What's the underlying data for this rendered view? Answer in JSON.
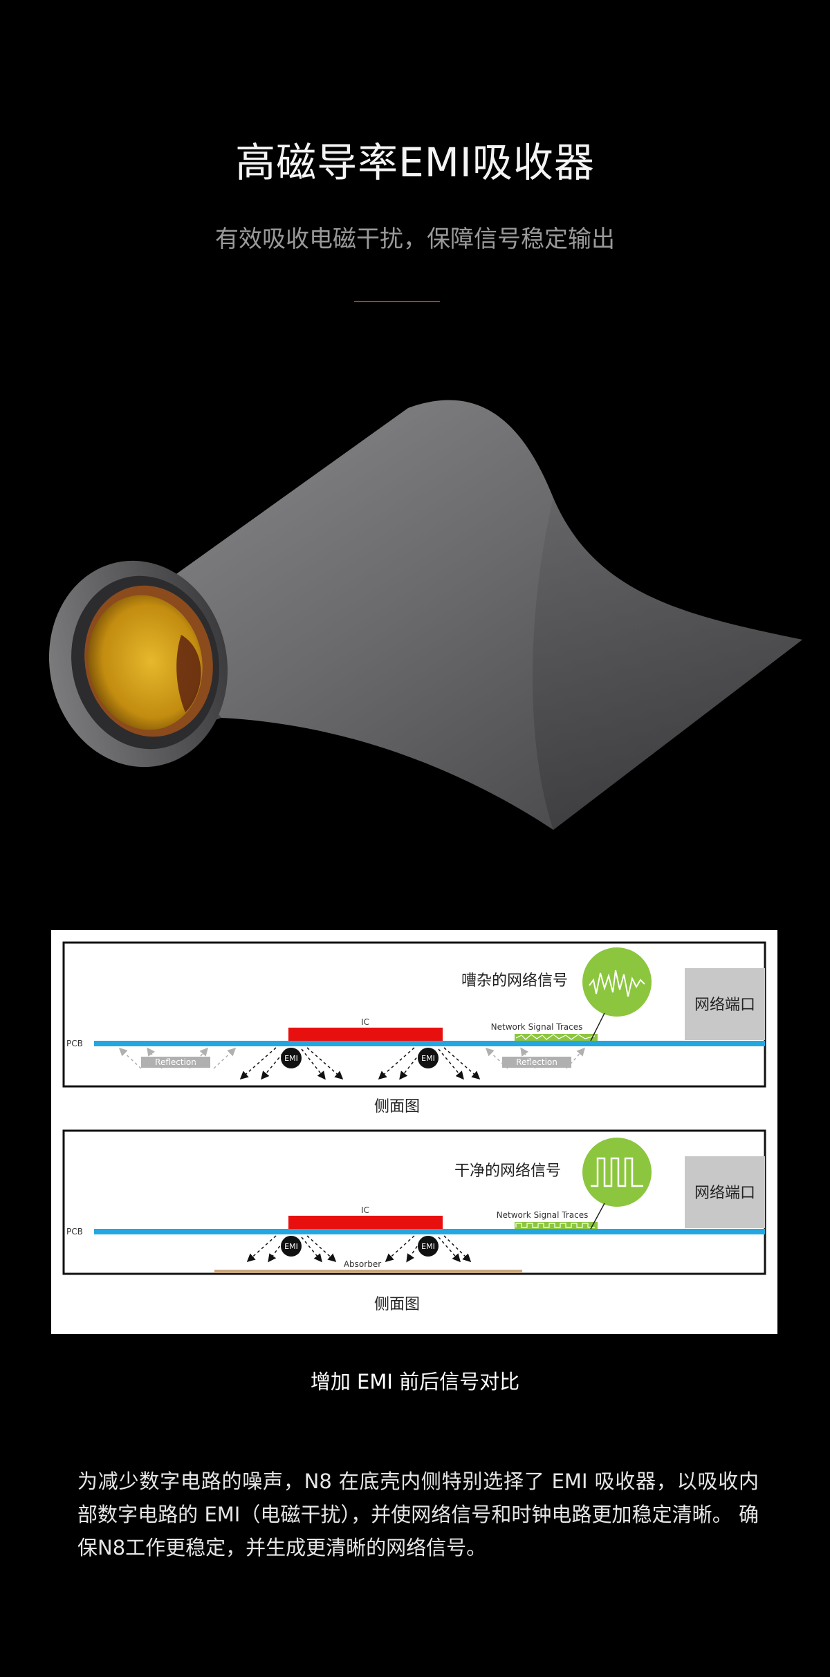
{
  "title": "高磁导率EMI吸收器",
  "subtitle": "有效吸收电磁干扰，保障信号稳定输出",
  "colors": {
    "accent_line": "#b8321f",
    "trace_blue": "#23a7e0",
    "ic_red": "#e8100f",
    "signal_green": "#8cc63f",
    "port_gray": "#c8c8c8"
  },
  "diagram": {
    "top": {
      "signal_label": "嘈杂的网络信号",
      "port_label": "网络端口",
      "ic_label": "IC",
      "pcb_label": "PCB",
      "trace_label": "Network Signal Traces",
      "emi_label": "EMI",
      "reflection_label": "Reflection",
      "caption": "侧面图"
    },
    "bottom": {
      "signal_label": "干净的网络信号",
      "port_label": "网络端口",
      "ic_label": "IC",
      "pcb_label": "PCB",
      "trace_label": "Network Signal Traces",
      "emi_label": "EMI",
      "absorber_label": "Absorber",
      "caption": "侧面图"
    }
  },
  "caption": "增加 EMI 前后信号对比",
  "body": "为减少数字电路的噪声，N8 在底壳内侧特别选择了 EMI 吸收器，以吸收内部数字电路的 EMI（电磁干扰），并使网络信号和时钟电路更加稳定清晰。 确保N8工作更稳定，并生成更清晰的网络信号。"
}
